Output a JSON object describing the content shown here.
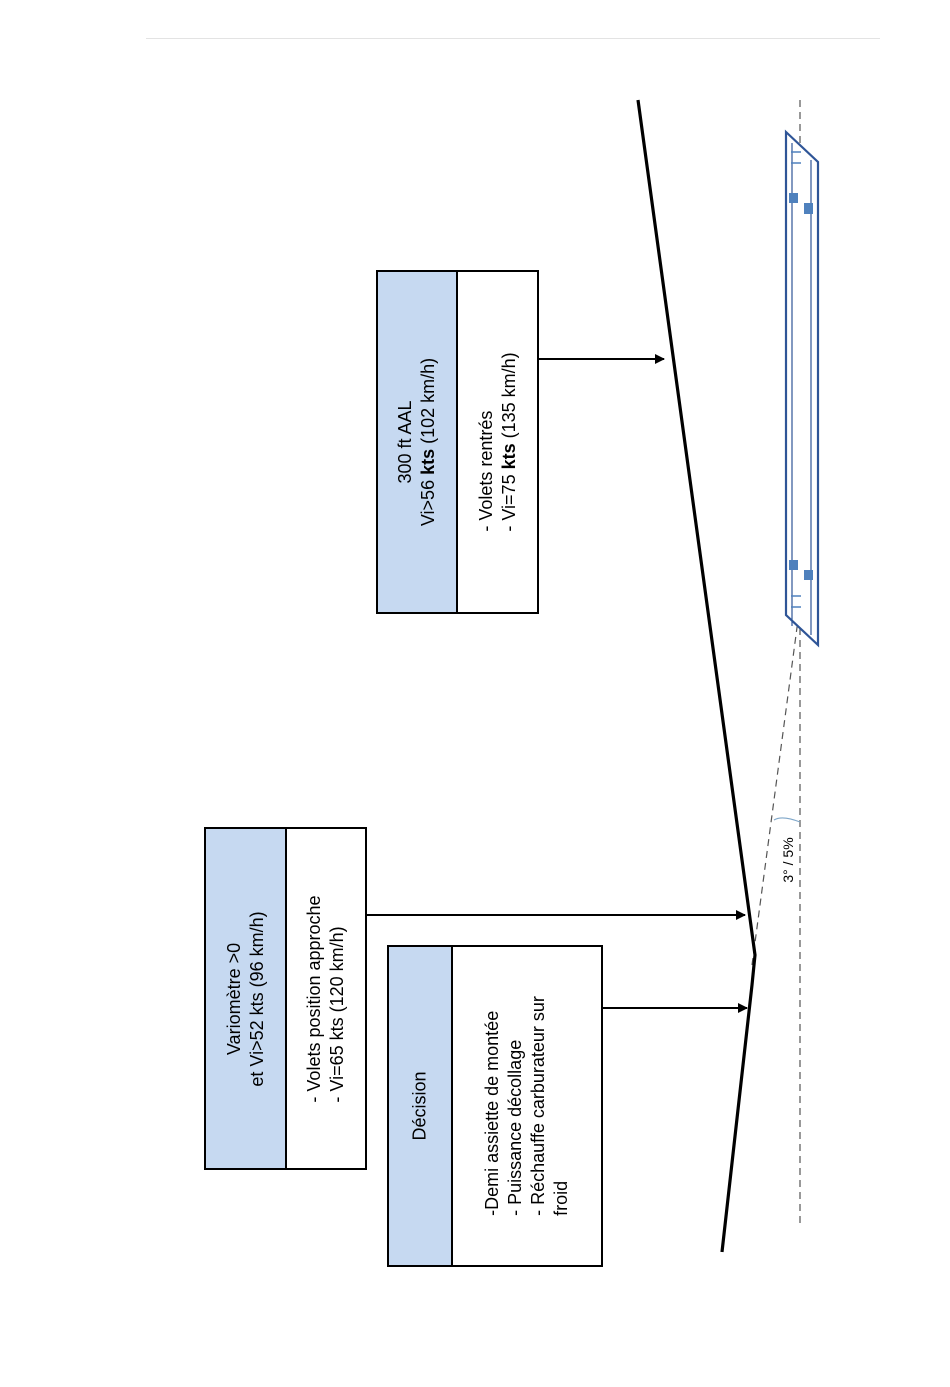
{
  "boxes": {
    "variometre": {
      "header": {
        "line1": "Variomètre >0",
        "line2": "et Vi>52 kts (96 km/h)"
      },
      "items": [
        "- Volets position approche",
        "- Vi=65 kts (120 km/h)"
      ]
    },
    "decision": {
      "header": {
        "line1": "Décision"
      },
      "items": [
        "-Demi assiette de montée",
        "- Puissance décollage",
        "- Réchauffe carburateur sur",
        "froid"
      ]
    },
    "aal300": {
      "header": {
        "line1": "300 ft AAL",
        "line2_prefix": "Vi>56 ",
        "line2_bold": "kts",
        "line2_suffix": " (102 km/h)"
      },
      "items_prefix": "- Vi=75 ",
      "items_bold": "kts",
      "items_suffix": " (135 km/h)",
      "item1": "- Volets rentrés"
    }
  },
  "angle_label": "3° / 5%",
  "colors": {
    "header_fill": "#c6d9f1",
    "runway": "#2f5597",
    "line": "#000000"
  }
}
